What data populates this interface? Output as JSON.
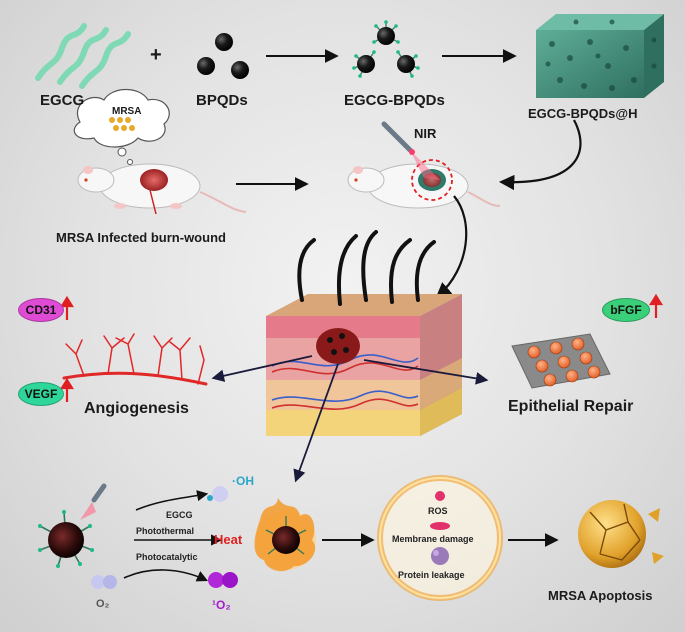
{
  "top_row": {
    "egcg": "EGCG",
    "plus": "+",
    "bpqds": "BPQDs",
    "egcg_bpqds": "EGCG-BPQDs",
    "hydrogel": "EGCG-BPQDs@H"
  },
  "mouse_row": {
    "mrsa_bubble": "MRSA",
    "wound_label": "MRSA Infected burn-wound",
    "nir": "NIR"
  },
  "left_panel": {
    "cd31": "CD31",
    "vegf": "VEGF",
    "title": "Angiogenesis"
  },
  "right_panel": {
    "bfgf": "bFGF",
    "title": "Epithelial Repair"
  },
  "mechanism": {
    "oh": "·OH",
    "egcg": "EGCG",
    "photothermal": "Photothermal",
    "heat": "Heat",
    "photocatalytic": "Photocatalytic",
    "o2_left": "O₂",
    "singlet_o2": "¹O₂",
    "ros": "ROS",
    "membrane": "Membrane damage",
    "protein": "Protein leakage",
    "apoptosis": "MRSA Apoptosis"
  },
  "colors": {
    "egcg_green": "#7fd9b5",
    "upregulate_arrow": "#e02020",
    "cd31_pill": "#e04bd6",
    "vegf_pill": "#2fd69a",
    "bfgf_pill": "#3ad07a",
    "heat_text": "#e02020",
    "singlet_color": "#a020c8",
    "oh_color": "#2aa7c9"
  }
}
